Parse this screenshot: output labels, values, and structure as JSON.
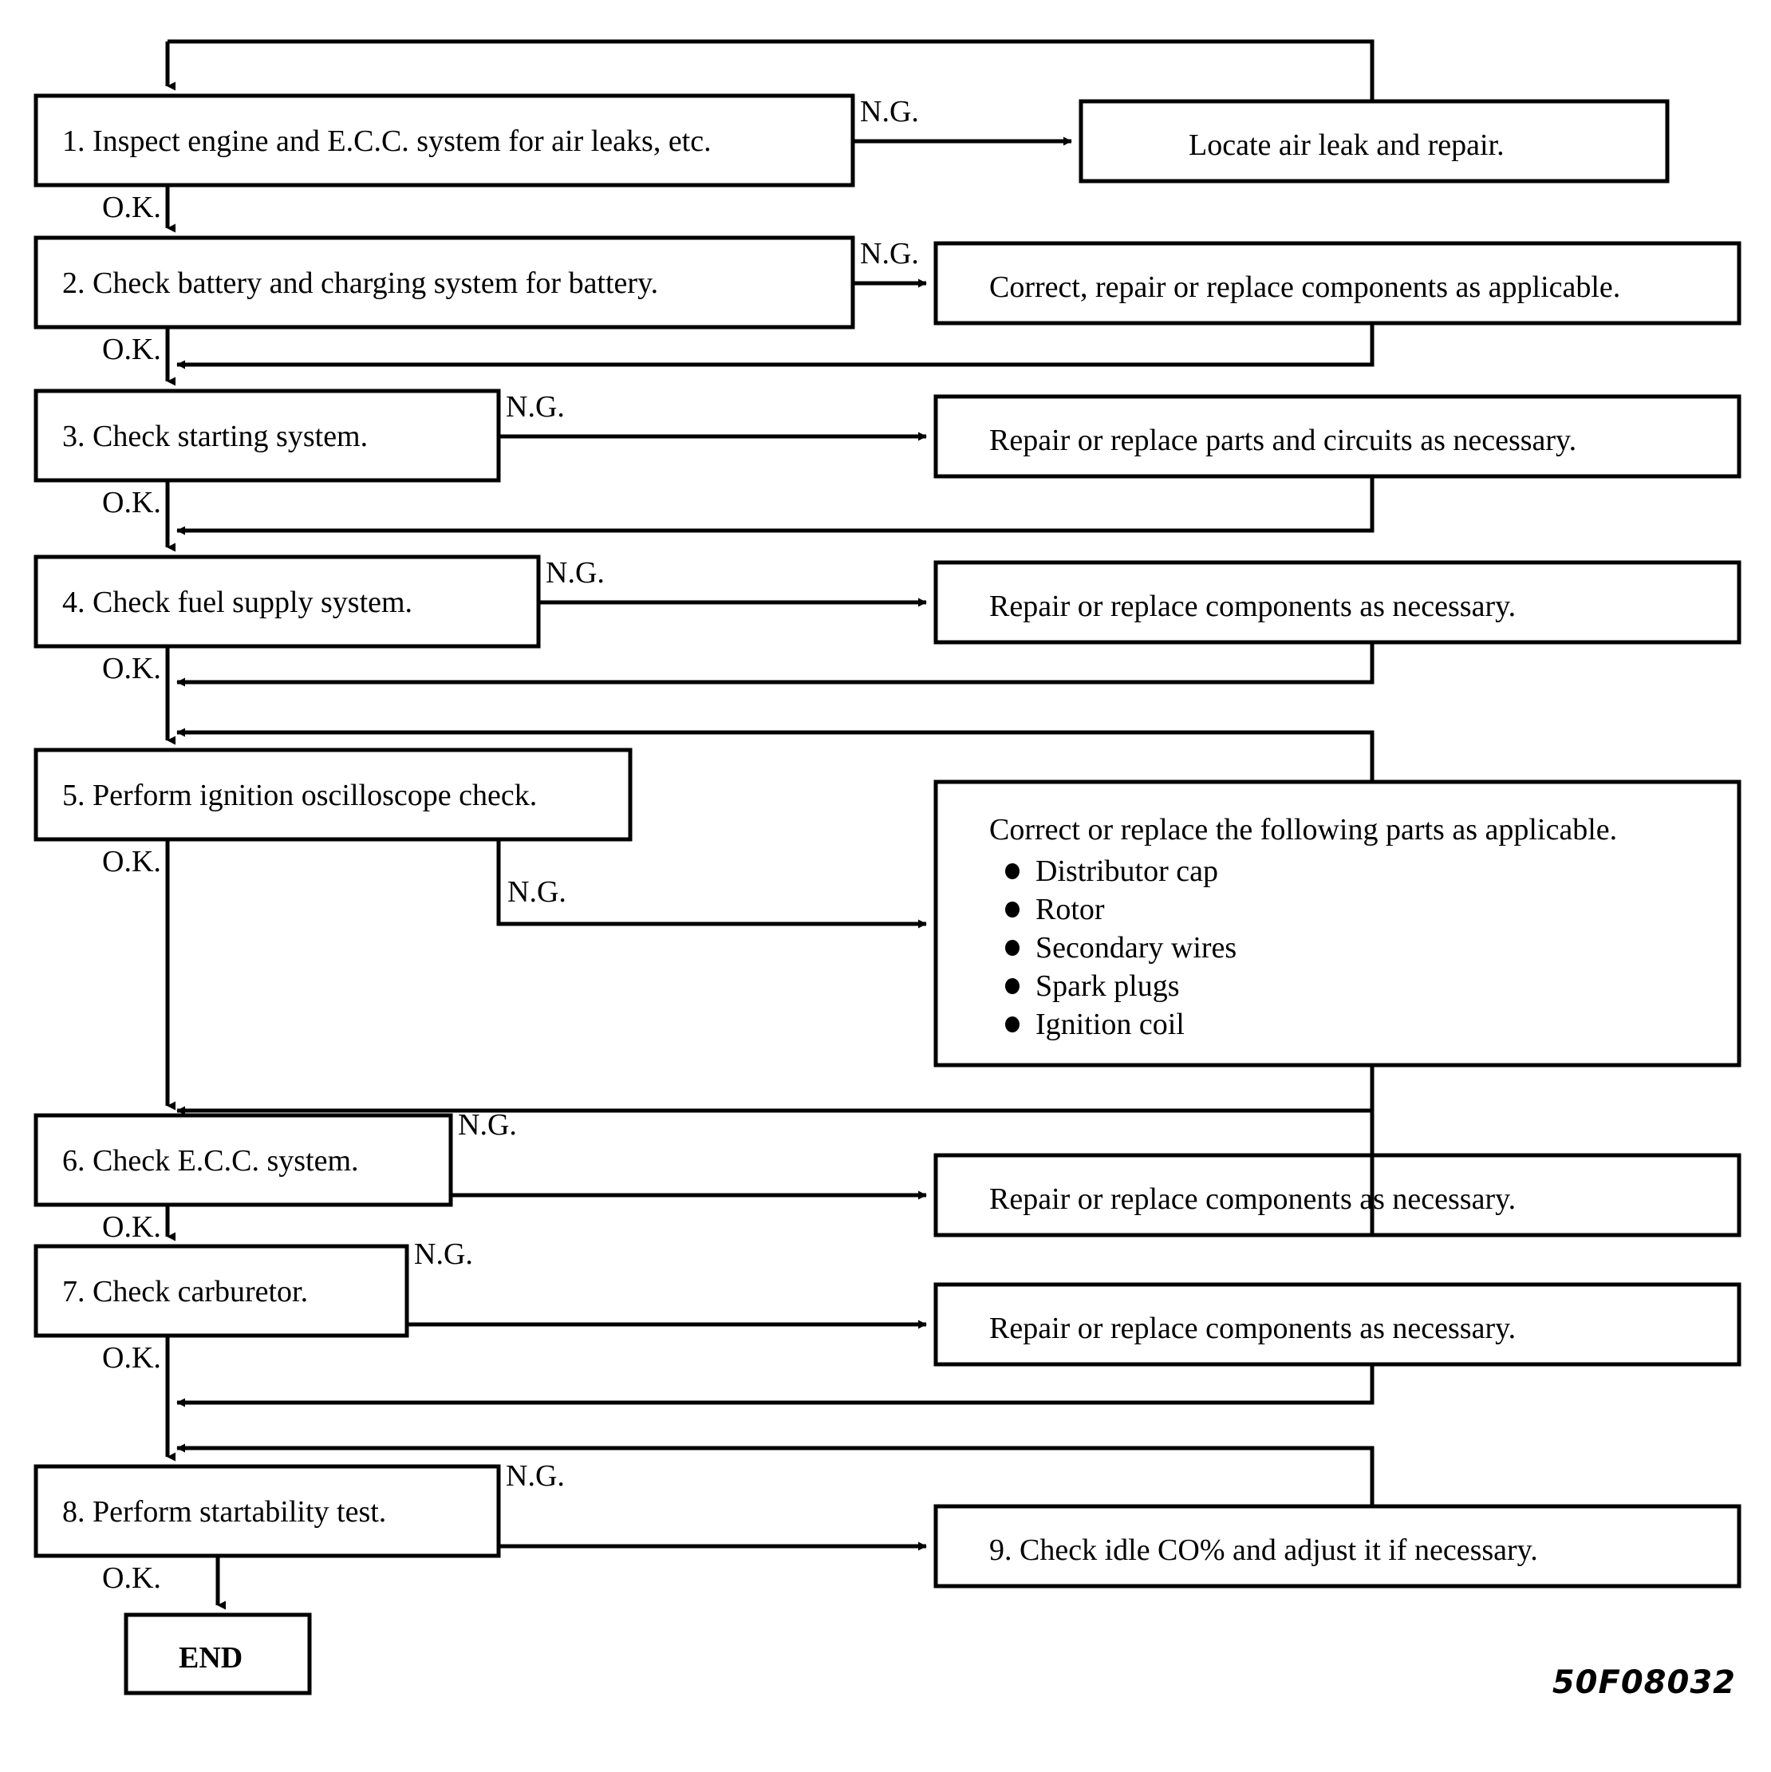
{
  "figure": {
    "code": "50F08032",
    "type": "diagnostic-flowchart"
  },
  "labels": {
    "ok": "O.K.",
    "ng": "N.G."
  },
  "steps": [
    {
      "id": "step1",
      "text": "1.  Inspect engine and E.C.C. system for air leaks, etc.",
      "ok_label": "O.K.",
      "ng_label": "N.G.",
      "action": {
        "id": "action1",
        "text": "Locate air leak and repair."
      }
    },
    {
      "id": "step2",
      "text": "2.  Check battery and charging system for battery.",
      "ok_label": "O.K.",
      "ng_label": "N.G.",
      "action": {
        "id": "action2",
        "text": "Correct, repair or replace components as applicable."
      }
    },
    {
      "id": "step3",
      "text": "3.  Check starting system.",
      "ok_label": "O.K.",
      "ng_label": "N.G.",
      "action": {
        "id": "action3",
        "text": "Repair or replace parts and circuits as necessary."
      }
    },
    {
      "id": "step4",
      "text": "4.  Check fuel supply system.",
      "ok_label": "O.K.",
      "ng_label": "N.G.",
      "action": {
        "id": "action4",
        "text": "Repair or replace components as necessary."
      }
    },
    {
      "id": "step5",
      "text": "5.  Perform ignition oscilloscope check.",
      "ok_label": "O.K.",
      "ng_label": "N.G.",
      "action": {
        "id": "action5",
        "text": "Correct or replace the following parts as applicable.",
        "items": [
          "Distributor cap",
          "Rotor",
          "Secondary wires",
          "Spark plugs",
          "Ignition coil"
        ]
      }
    },
    {
      "id": "step6",
      "text": "6.  Check E.C.C. system.",
      "ok_label": "O.K.",
      "ng_label": "N.G.",
      "action": {
        "id": "action6",
        "text": "Repair or replace components as necessary."
      }
    },
    {
      "id": "step7",
      "text": "7.  Check carburetor.",
      "ok_label": "O.K.",
      "ng_label": "N.G.",
      "action": {
        "id": "action7",
        "text": "Repair or replace components as necessary."
      }
    },
    {
      "id": "step8",
      "text": "8.  Perform startability test.",
      "ok_label": "O.K.",
      "ng_label": "N.G.",
      "action": {
        "id": "action9",
        "text": "9.  Check idle CO% and adjust it if necessary."
      }
    }
  ],
  "terminal": {
    "id": "end",
    "text": "END"
  },
  "colors": {
    "stroke": "#000000",
    "fill": "#ffffff",
    "background": "#ffffff"
  }
}
